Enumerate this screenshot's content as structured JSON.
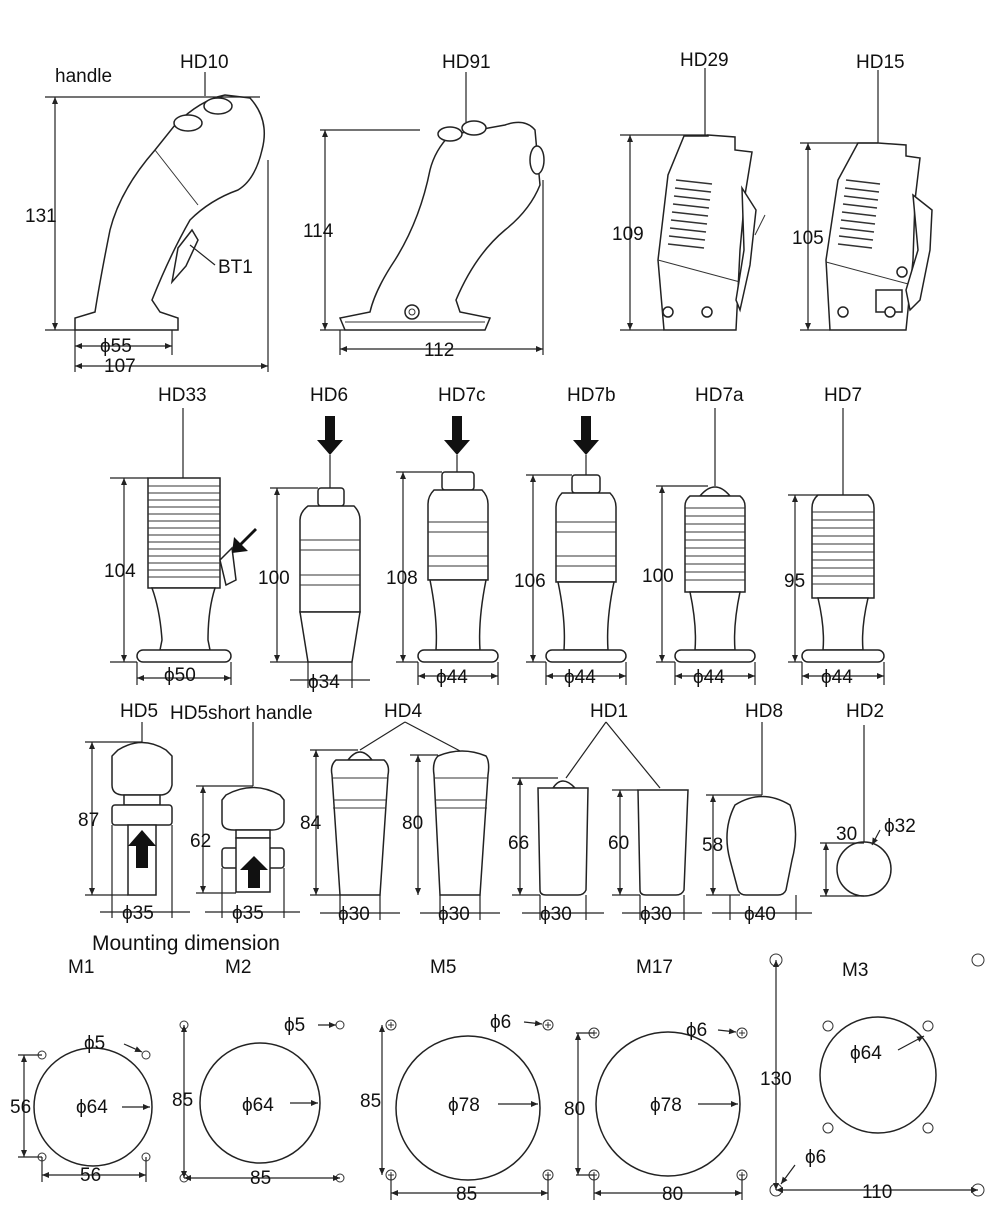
{
  "labels": {
    "handle": "handle",
    "hd10": "HD10",
    "hd91": "HD91",
    "hd29": "HD29",
    "hd15": "HD15",
    "bt1": "BT1",
    "hd33": "HD33",
    "hd6": "HD6",
    "hd7c": "HD7c",
    "hd7b": "HD7b",
    "hd7a": "HD7a",
    "hd7": "HD7",
    "hd5": "HD5",
    "hd5short": "HD5short handle",
    "hd4": "HD4",
    "hd1": "HD1",
    "hd8": "HD8",
    "hd2": "HD2",
    "mounting": "Mounting dimension",
    "m1": "M1",
    "m2": "M2",
    "m5": "M5",
    "m17": "M17",
    "m3": "M3"
  },
  "dims": {
    "hd10_h": "131",
    "hd10_d1": "ϕ55",
    "hd10_d2": "107",
    "hd91_h": "114",
    "hd91_w": "112",
    "hd29_h": "109",
    "hd15_h": "105",
    "hd33_h": "104",
    "hd33_d": "ϕ50",
    "hd6_h": "100",
    "hd6_d": "ϕ34",
    "hd7c_h": "108",
    "hd7c_d": "ϕ44",
    "hd7b_h": "106",
    "hd7b_d": "ϕ44",
    "hd7a_h": "100",
    "hd7a_d": "ϕ44",
    "hd7_h": "95",
    "hd7_d": "ϕ44",
    "hd5_h": "87",
    "hd5_d": "ϕ35",
    "hd5s_h": "62",
    "hd5s_d": "ϕ35",
    "hd4_h1": "84",
    "hd4_h2": "80",
    "hd4_d1": "ϕ30",
    "hd4_d2": "ϕ30",
    "hd1_h1": "66",
    "hd1_h2": "60",
    "hd1_d1": "ϕ30",
    "hd1_d2": "ϕ30",
    "hd8_h": "58",
    "hd8_d": "ϕ40",
    "hd2_h": "30",
    "hd2_d": "ϕ32",
    "m1_hole": "ϕ5",
    "m1_bore": "ϕ64",
    "m1_v": "56",
    "m1_h": "56",
    "m2_hole": "ϕ5",
    "m2_bore": "ϕ64",
    "m2_v": "85",
    "m2_h": "85",
    "m5_hole": "ϕ6",
    "m5_bore": "ϕ78",
    "m5_v": "85",
    "m5_h": "85",
    "m17_hole": "ϕ6",
    "m17_bore": "ϕ78",
    "m17_v": "80",
    "m17_h": "80",
    "m3_bore": "ϕ64",
    "m3_v": "130",
    "m3_hole": "ϕ6",
    "m3_h": "110"
  }
}
